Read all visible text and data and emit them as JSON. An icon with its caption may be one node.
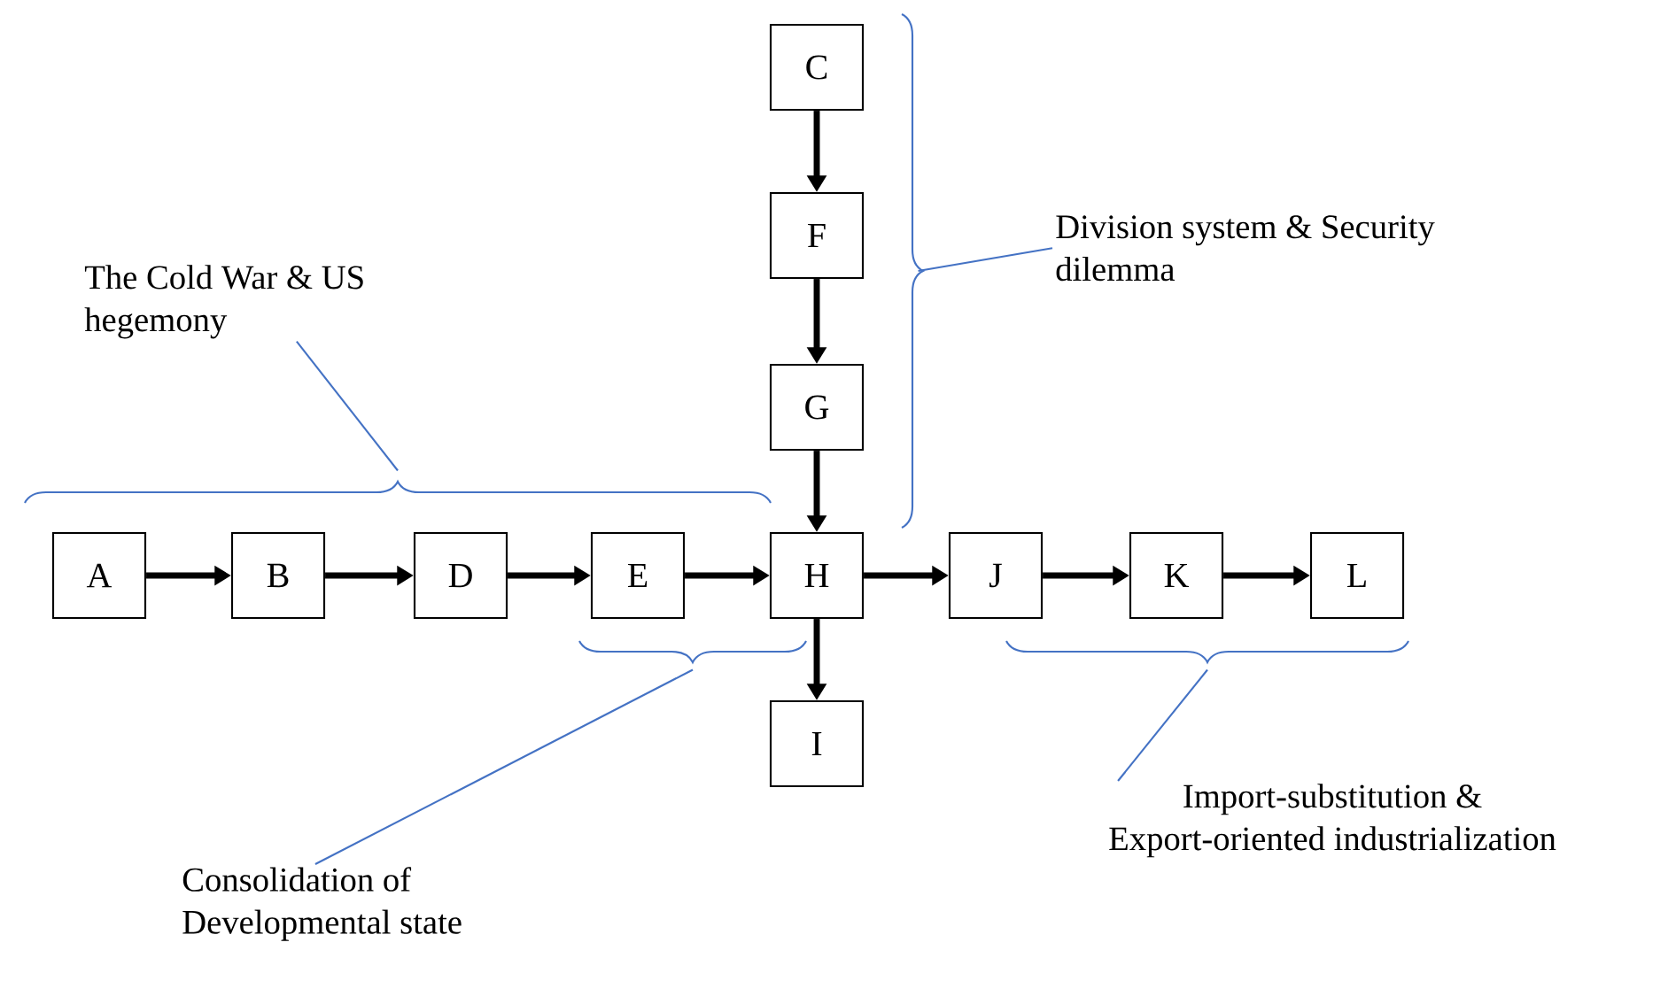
{
  "diagram": {
    "nodes": [
      {
        "text": [
          "C"
        ]
      },
      {
        "text": [
          "F"
        ]
      },
      {
        "text": [
          "G"
        ]
      },
      {
        "text": [
          "A"
        ]
      },
      {
        "text": [
          "B"
        ]
      },
      {
        "text": [
          "D"
        ]
      },
      {
        "text": [
          "E"
        ]
      },
      {
        "text": [
          "H"
        ]
      },
      {
        "text": [
          "J"
        ]
      },
      {
        "text": [
          "K"
        ]
      },
      {
        "text": [
          "L"
        ]
      },
      {
        "text": [
          "I"
        ]
      },
      {
        "text": [
          "The Cold War & US hegemony"
        ]
      },
      {
        "text": [
          "Division system & Security dilemma"
        ]
      },
      {
        "text": [
          "Consolidation of Developmental state"
        ]
      },
      {
        "text": [
          "Import-substitution & Export-oriented industrialization"
        ]
      },
      {
        "text": [],
        "shape": "brace"
      },
      {
        "text": [],
        "shape": "brace"
      },
      {
        "text": [],
        "shape": "brace"
      },
      {
        "text": [],
        "shape": "brace"
      }
    ],
    "edges": [
      {
        "from": 0,
        "to": 1,
        "arrow": "to"
      },
      {
        "from": 1,
        "to": 2,
        "arrow": "to"
      },
      {
        "from": 2,
        "to": 7,
        "arrow": "to"
      },
      {
        "from": 3,
        "to": 4,
        "arrow": "to"
      },
      {
        "from": 4,
        "to": 5,
        "arrow": "to"
      },
      {
        "from": 5,
        "to": 6,
        "arrow": "to"
      },
      {
        "from": 6,
        "to": 7,
        "arrow": "to"
      },
      {
        "from": 7,
        "to": 8,
        "arrow": "to"
      },
      {
        "from": 8,
        "to": 9,
        "arrow": "to"
      },
      {
        "from": 9,
        "to": 10,
        "arrow": "to"
      },
      {
        "from": 7,
        "to": 11,
        "arrow": "to"
      },
      {
        "from": 12,
        "to": 16,
        "arrow": "none",
        "color": "#4472c4"
      },
      {
        "from": 13,
        "to": 17,
        "arrow": "none",
        "color": "#4472c4"
      },
      {
        "from": 14,
        "to": 18,
        "arrow": "none",
        "color": "#4472c4"
      },
      {
        "from": 15,
        "to": 19,
        "arrow": "none",
        "color": "#4472c4"
      }
    ]
  }
}
